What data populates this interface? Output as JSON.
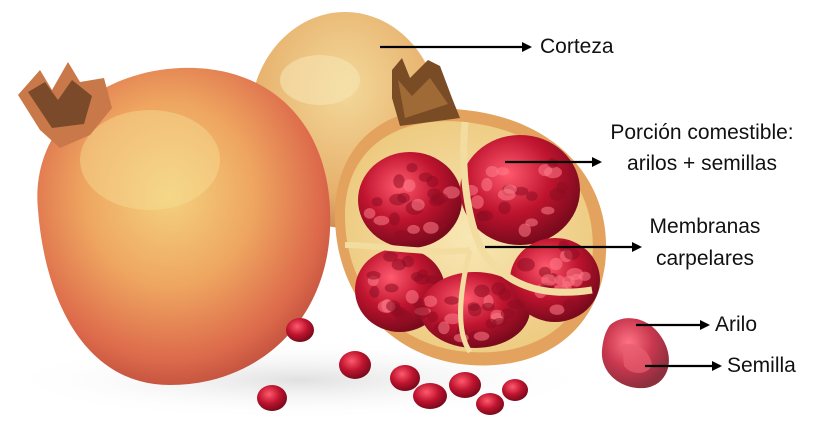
{
  "labels": {
    "rind": "Corteza",
    "edible_line1": "Porción comestible:",
    "edible_line2": "arilos + semillas",
    "membranes_line1": "Membranas",
    "membranes_line2": "carpelares",
    "aril": "Arilo",
    "seed": "Semilla"
  },
  "colors": {
    "rind_light": "#f2c57c",
    "rind_red": "#d9574a",
    "pith": "#f6e2a8",
    "aril": "#b5122b",
    "arrow": "#000000"
  }
}
